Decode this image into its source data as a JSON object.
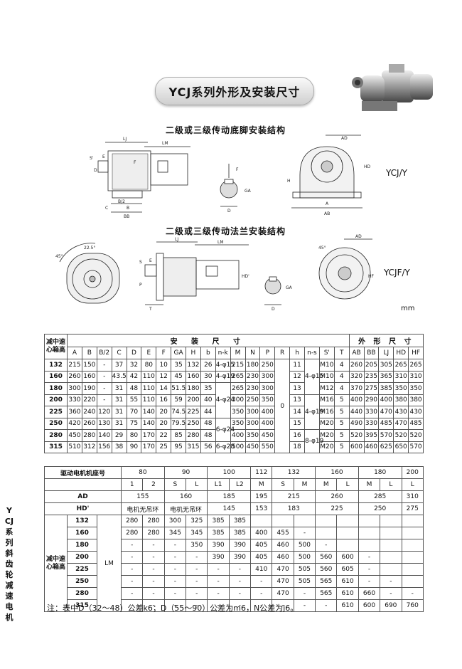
{
  "title": "YCJ系列外形及安装尺寸",
  "section1": "二级或三级传动底脚安装结构",
  "section2": "二级或三级传动法兰安装结构",
  "model1": "YCJ/Y",
  "model2": "YCJF/Y",
  "unit": "mm",
  "side_label": "YCJ系列斜齿轮减速电机",
  "note": "注：表中D（32～48）公差k6；D（55～90）公差为m6，N公差为j6。",
  "table1": {
    "corner": "减中速心箱高",
    "install_header": "安 装 尺 寸",
    "shape_header": "外 形 尺 寸",
    "cols": [
      "A",
      "B",
      "B/2",
      "C",
      "D",
      "E",
      "F",
      "GA",
      "H",
      "b",
      "n-k",
      "M",
      "N",
      "P",
      "R",
      "h",
      "n-s",
      "S'",
      "T",
      "AB",
      "BB",
      "LJ",
      "HD",
      "HF"
    ],
    "nk_values": [
      "4-φ15",
      "4-φ19",
      "4-φ24",
      "6-φ24",
      "6-φ28"
    ],
    "ns_values": [
      "4-φ15",
      "4-φ19",
      "8-φ19"
    ],
    "r_value": "0",
    "rows": [
      {
        "h": "132",
        "c": [
          "215",
          "150",
          "-",
          "37",
          "32",
          "80",
          "10",
          "35",
          "132",
          "26",
          "215",
          "180",
          "250",
          "11",
          "M10",
          "4",
          "260",
          "205",
          "305",
          "265",
          "265"
        ]
      },
      {
        "h": "160",
        "c": [
          "260",
          "160",
          "-",
          "43.5",
          "42",
          "110",
          "12",
          "45",
          "160",
          "30",
          "265",
          "230",
          "300",
          "12",
          "M10",
          "4",
          "320",
          "235",
          "365",
          "310",
          "310"
        ]
      },
      {
        "h": "180",
        "c": [
          "300",
          "190",
          "-",
          "31",
          "48",
          "110",
          "14",
          "51.5",
          "180",
          "35",
          "265",
          "230",
          "300",
          "13",
          "M12",
          "4",
          "370",
          "275",
          "385",
          "350",
          "350"
        ]
      },
      {
        "h": "200",
        "c": [
          "330",
          "220",
          "-",
          "31",
          "55",
          "110",
          "16",
          "59",
          "200",
          "40",
          "300",
          "250",
          "350",
          "13",
          "M16",
          "5",
          "400",
          "290",
          "400",
          "380",
          "380"
        ]
      },
      {
        "h": "225",
        "c": [
          "360",
          "240",
          "120",
          "31",
          "70",
          "140",
          "20",
          "74.5",
          "225",
          "44",
          "350",
          "300",
          "400",
          "14",
          "M16",
          "5",
          "440",
          "330",
          "470",
          "430",
          "430"
        ]
      },
      {
        "h": "250",
        "c": [
          "420",
          "260",
          "130",
          "31",
          "75",
          "140",
          "20",
          "79.5",
          "250",
          "48",
          "350",
          "300",
          "400",
          "15",
          "M20",
          "5",
          "490",
          "330",
          "485",
          "470",
          "485"
        ]
      },
      {
        "h": "280",
        "c": [
          "450",
          "280",
          "140",
          "29",
          "80",
          "170",
          "22",
          "85",
          "280",
          "48",
          "400",
          "350",
          "450",
          "16",
          "M20",
          "5",
          "520",
          "395",
          "570",
          "520",
          "520"
        ]
      },
      {
        "h": "315",
        "c": [
          "510",
          "312",
          "156",
          "38",
          "90",
          "170",
          "25",
          "95",
          "315",
          "56",
          "500",
          "450",
          "550",
          "18",
          "M20",
          "5",
          "600",
          "460",
          "625",
          "650",
          "570"
        ]
      }
    ]
  },
  "table2": {
    "motor_label": "驱动电机机座号",
    "frames": [
      "80",
      "90",
      "100",
      "112",
      "132",
      "160",
      "180",
      "200"
    ],
    "subs": [
      "1",
      "2",
      "S",
      "L",
      "L1",
      "L2",
      "M",
      "S",
      "M",
      "M",
      "L",
      "M",
      "L",
      "L"
    ],
    "ad_label": "AD",
    "ad_values": [
      "155",
      "160",
      "185",
      "195",
      "215",
      "260",
      "285",
      "310"
    ],
    "hd_label": "HD'",
    "hd_values": [
      "电机无吊环",
      "电机无吊环",
      "145",
      "153",
      "183",
      "225",
      "250",
      "275"
    ],
    "corner": "减中速心箱高",
    "lm_label": "LM",
    "rows": [
      {
        "h": "132",
        "v": [
          "280",
          "280",
          "300",
          "325",
          "385",
          "385",
          "",
          "",
          "",
          "",
          "",
          "",
          "",
          ""
        ]
      },
      {
        "h": "160",
        "v": [
          "280",
          "280",
          "345",
          "345",
          "385",
          "385",
          "400",
          "455",
          "-",
          "",
          "",
          "",
          "",
          ""
        ]
      },
      {
        "h": "180",
        "v": [
          "-",
          "-",
          "-",
          "350",
          "390",
          "390",
          "405",
          "460",
          "500",
          "-",
          "",
          "",
          "",
          ""
        ]
      },
      {
        "h": "200",
        "v": [
          "-",
          "-",
          "-",
          "-",
          "390",
          "390",
          "405",
          "460",
          "500",
          "560",
          "600",
          "-",
          "",
          ""
        ]
      },
      {
        "h": "225",
        "v": [
          "-",
          "-",
          "-",
          "-",
          "-",
          "-",
          "410",
          "470",
          "505",
          "560",
          "605",
          "-",
          "",
          ""
        ]
      },
      {
        "h": "250",
        "v": [
          "-",
          "-",
          "-",
          "-",
          "-",
          "-",
          "-",
          "470",
          "505",
          "565",
          "610",
          "-",
          "-",
          ""
        ]
      },
      {
        "h": "280",
        "v": [
          "-",
          "-",
          "-",
          "-",
          "-",
          "-",
          "-",
          "470",
          "-",
          "565",
          "610",
          "660",
          "-",
          "-"
        ]
      },
      {
        "h": "315",
        "v": [
          "-",
          "-",
          "-",
          "-",
          "-",
          "-",
          "-",
          "-",
          "-",
          "-",
          "610",
          "600",
          "690",
          "760"
        ]
      }
    ]
  }
}
